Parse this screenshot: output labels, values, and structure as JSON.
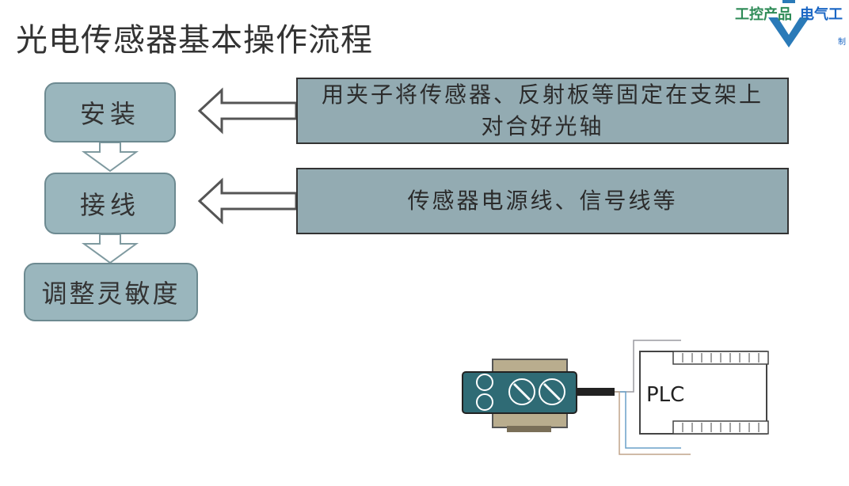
{
  "title": "光电传感器基本操作流程",
  "logo": {
    "text_a": "工控产品",
    "text_b": "电气工",
    "small": "制"
  },
  "steps": [
    {
      "label": "安装"
    },
    {
      "label": "接线"
    },
    {
      "label": "调整灵敏度"
    }
  ],
  "descriptions": [
    {
      "line1": "用夹子将传感器、反射板等固定在支架上",
      "line2": "对合好光轴"
    },
    {
      "line1": "传感器电源线、信号线等",
      "line2": ""
    }
  ],
  "illustration": {
    "plc_label": "PLC"
  },
  "colors": {
    "box_fill": "#9ab6bd",
    "desc_fill": "#93abb2",
    "arrow_fill": "#ffffff",
    "sensor_body": "#2f6b75",
    "sensor_base": "#b5a98a"
  }
}
